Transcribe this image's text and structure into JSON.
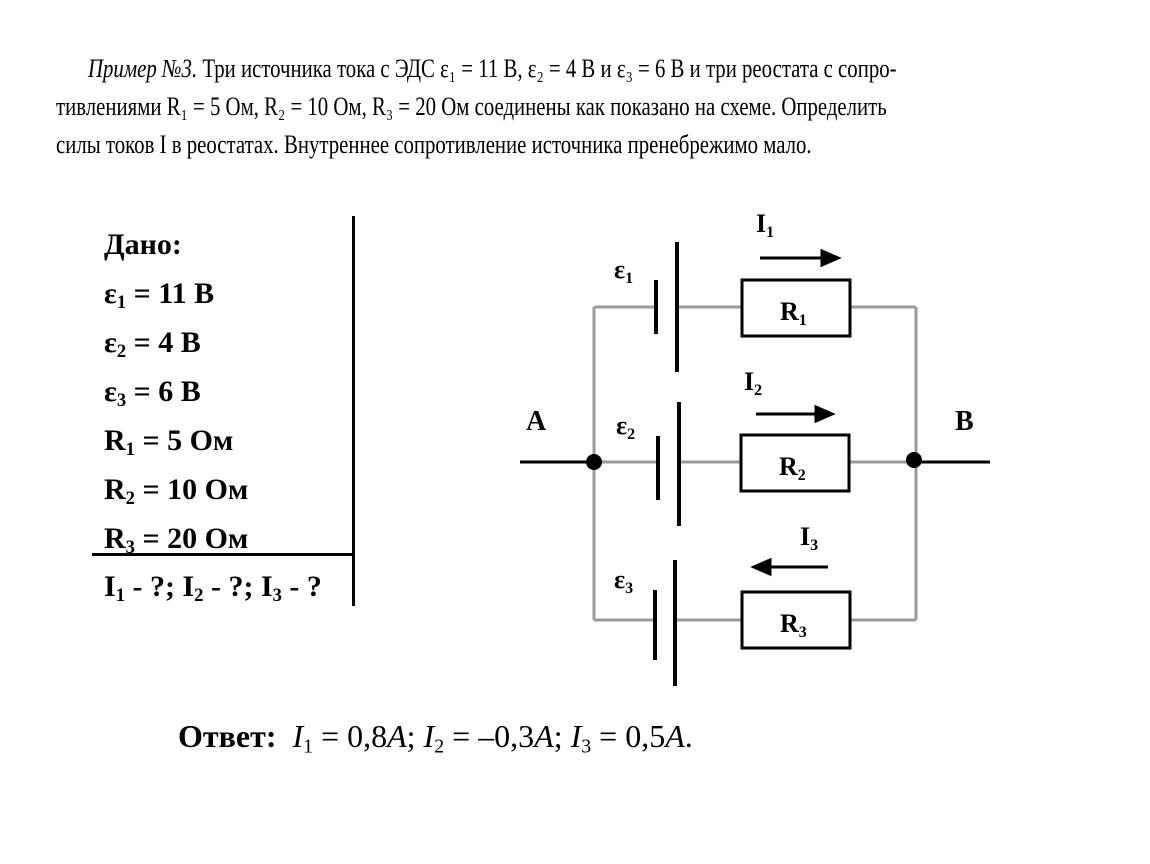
{
  "problem": {
    "label": "Пример №3.",
    "line1": " Три источника тока с ЭДС ε₁ = 11 В, ε₂ = 4 В и ε₃ = 6 В и три реостата с сопро-",
    "line2": "тивлениями R₁ = 5 Ом, R₂ = 10 Ом, R₃ = 20 Ом соединены как показано на схеме. Определить",
    "line3": "силы токов I в реостатах. Внутреннее сопротивление источника пренебрежимо мало."
  },
  "given": {
    "title": "Дано:",
    "items": [
      {
        "sym": "ε",
        "sub": "1",
        "rest": " = 11 В"
      },
      {
        "sym": "ε",
        "sub": "2",
        "rest": " = 4 В"
      },
      {
        "sym": "ε",
        "sub": "3",
        "rest": " = 6 В"
      },
      {
        "sym": "R",
        "sub": "1",
        "rest": " = 5 Ом"
      },
      {
        "sym": "R",
        "sub": "2",
        "rest": " = 10 Ом"
      },
      {
        "sym": "R",
        "sub": "3",
        "rest": " = 20 Ом"
      }
    ],
    "unknown": {
      "i1": "I",
      "s1": "1",
      "t1": " - ?; ",
      "i2": "I",
      "s2": "2",
      "t2": " - ?; ",
      "i3": "I",
      "s3": "3",
      "t3": " - ?"
    }
  },
  "circuit": {
    "node_a": "A",
    "node_b": "B",
    "branches": [
      {
        "emf": "ε",
        "emf_sub": "1",
        "resistor": "R",
        "resistor_sub": "1",
        "current": "I",
        "current_sub": "1",
        "arrow": "right"
      },
      {
        "emf": "ε",
        "emf_sub": "2",
        "resistor": "R",
        "resistor_sub": "2",
        "current": "I",
        "current_sub": "2",
        "arrow": "right"
      },
      {
        "emf": "ε",
        "emf_sub": "3",
        "resistor": "R",
        "resistor_sub": "3",
        "current": "I",
        "current_sub": "3",
        "arrow": "left"
      }
    ]
  },
  "answer": {
    "label": "Ответ:",
    "i1": "I",
    "s1": "1",
    "v1": " = 0,8",
    "u1": "A",
    "sep1": "; ",
    "i2": "I",
    "s2": "2",
    "v2": " = –0,3",
    "u2": "A",
    "sep2": "; ",
    "i3": "I",
    "s3": "3",
    "v3": " = 0,5",
    "u3": "A",
    "end": "."
  }
}
